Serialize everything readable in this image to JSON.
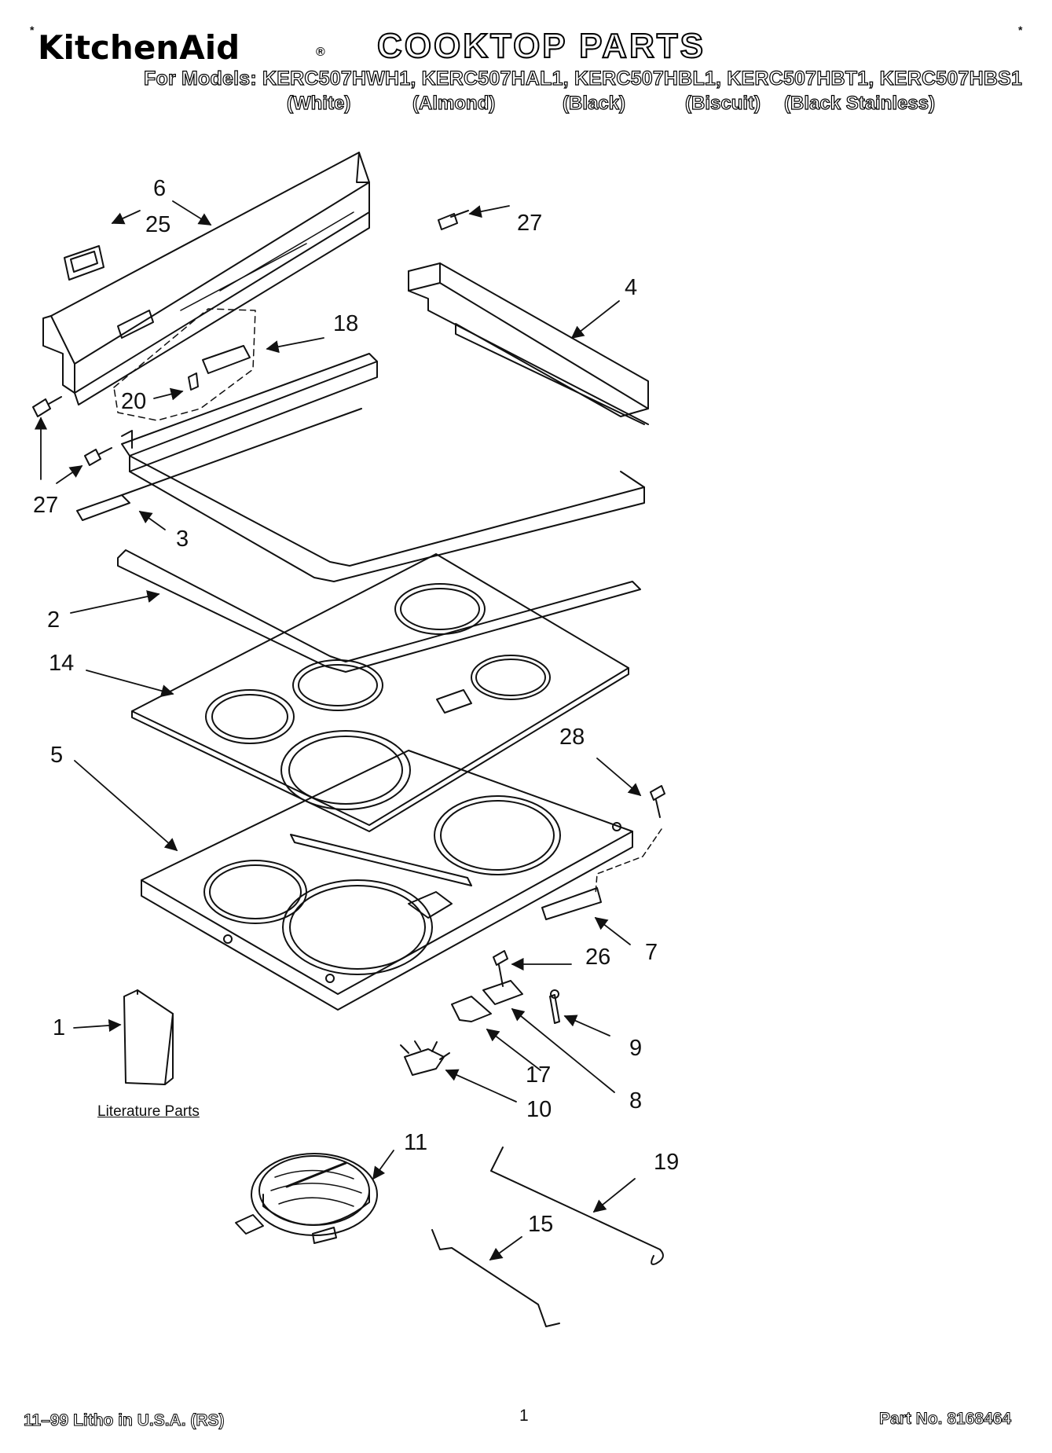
{
  "header": {
    "brand": "KitchenAid",
    "brand_mark": "®",
    "title": "COOKTOP PARTS",
    "models_line": "For Models: KERC507HWH1, KERC507HAL1, KERC507HBL1, KERC507HBT1, KERC507HBS1",
    "colors": [
      "(White)",
      "(Almond)",
      "(Black)",
      "(Biscuit)",
      "(Black Stainless)"
    ],
    "corner_mark": "*"
  },
  "callouts": {
    "c6": "6",
    "c25": "25",
    "c27a": "27",
    "c4": "4",
    "c18": "18",
    "c20": "20",
    "c27b": "27",
    "c3": "3",
    "c2": "2",
    "c14": "14",
    "c28": "28",
    "c5": "5",
    "c7": "7",
    "c26": "26",
    "c1": "1",
    "c9": "9",
    "c17": "17",
    "c8": "8",
    "c10": "10",
    "c11": "11",
    "c19": "19",
    "c15": "15"
  },
  "literature_label": "Literature Parts",
  "footer": {
    "left": "11–99 Litho in U.S.A. (RS)",
    "page_number": "1",
    "part_number": "Part No. 8168464"
  }
}
